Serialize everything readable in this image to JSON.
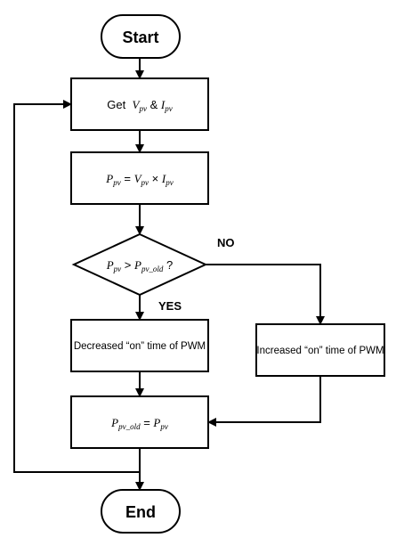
{
  "nodes": {
    "start": "Start",
    "get_text": "Get",
    "get_v": "V",
    "get_v_sub": "pv",
    "get_amp": " & ",
    "get_i": "I",
    "get_i_sub": "pv",
    "ppv_p": "P",
    "ppv_p_sub": "pv",
    "ppv_eq": " = ",
    "ppv_v": "V",
    "ppv_v_sub": "pv",
    "ppv_times": " × ",
    "ppv_i": "I",
    "ppv_i_sub": "pv",
    "cond_p": "P",
    "cond_p_sub": "pv",
    "cond_gt": " > ",
    "cond_pold": "P",
    "cond_pold_sub": "pv_old",
    "cond_q": " ?",
    "decreased": "Decreased “on” time of PWM",
    "increased": "Increased “on” time of PWM",
    "upd_p": "P",
    "upd_p_sub": "pv_old",
    "upd_eq": " = ",
    "upd_ppv": "P",
    "upd_ppv_sub": "pv",
    "end": "End"
  },
  "edges": {
    "yes": "YES",
    "no": "NO"
  }
}
